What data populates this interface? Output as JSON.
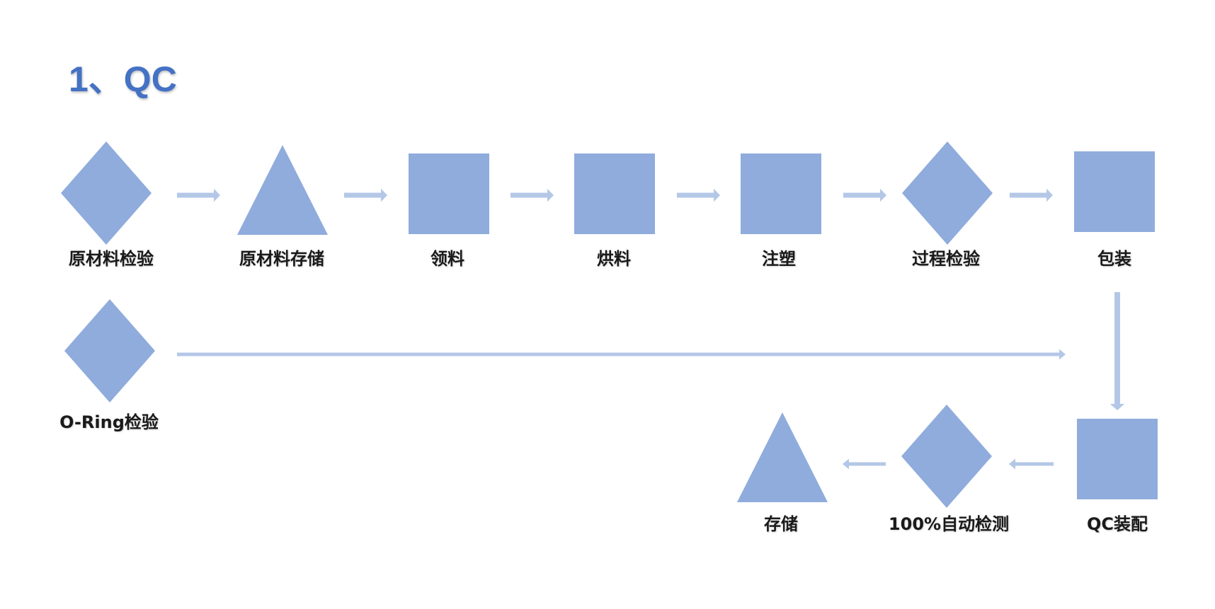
{
  "slide": {
    "title": "1、QC"
  },
  "colors": {
    "shape_fill": "#8FACDC",
    "arrow": "#B4C7E7",
    "title": "#4472C4",
    "label": "#1a1a1a"
  },
  "nodes": [
    {
      "id": "n1",
      "shape": "diamond",
      "label": "原材料检验"
    },
    {
      "id": "n2",
      "shape": "triangle",
      "label": "原材料存储"
    },
    {
      "id": "n3",
      "shape": "square",
      "label": "领料"
    },
    {
      "id": "n4",
      "shape": "square",
      "label": "烘料"
    },
    {
      "id": "n5",
      "shape": "square",
      "label": "注塑"
    },
    {
      "id": "n6",
      "shape": "diamond",
      "label": "过程检验"
    },
    {
      "id": "n7",
      "shape": "square",
      "label": "包装"
    },
    {
      "id": "n8",
      "shape": "diamond",
      "label": "O-Ring检验"
    },
    {
      "id": "n9",
      "shape": "square",
      "label": "QC装配"
    },
    {
      "id": "n10",
      "shape": "diamond",
      "label": "100%自动检测"
    },
    {
      "id": "n11",
      "shape": "triangle",
      "label": "存储"
    }
  ],
  "edges": [
    {
      "from": "n1",
      "to": "n2"
    },
    {
      "from": "n2",
      "to": "n3"
    },
    {
      "from": "n3",
      "to": "n4"
    },
    {
      "from": "n4",
      "to": "n5"
    },
    {
      "from": "n5",
      "to": "n6"
    },
    {
      "from": "n6",
      "to": "n7"
    },
    {
      "from": "n7",
      "to": "n9"
    },
    {
      "from": "n8",
      "to": "n9"
    },
    {
      "from": "n9",
      "to": "n10"
    },
    {
      "from": "n10",
      "to": "n11"
    }
  ]
}
